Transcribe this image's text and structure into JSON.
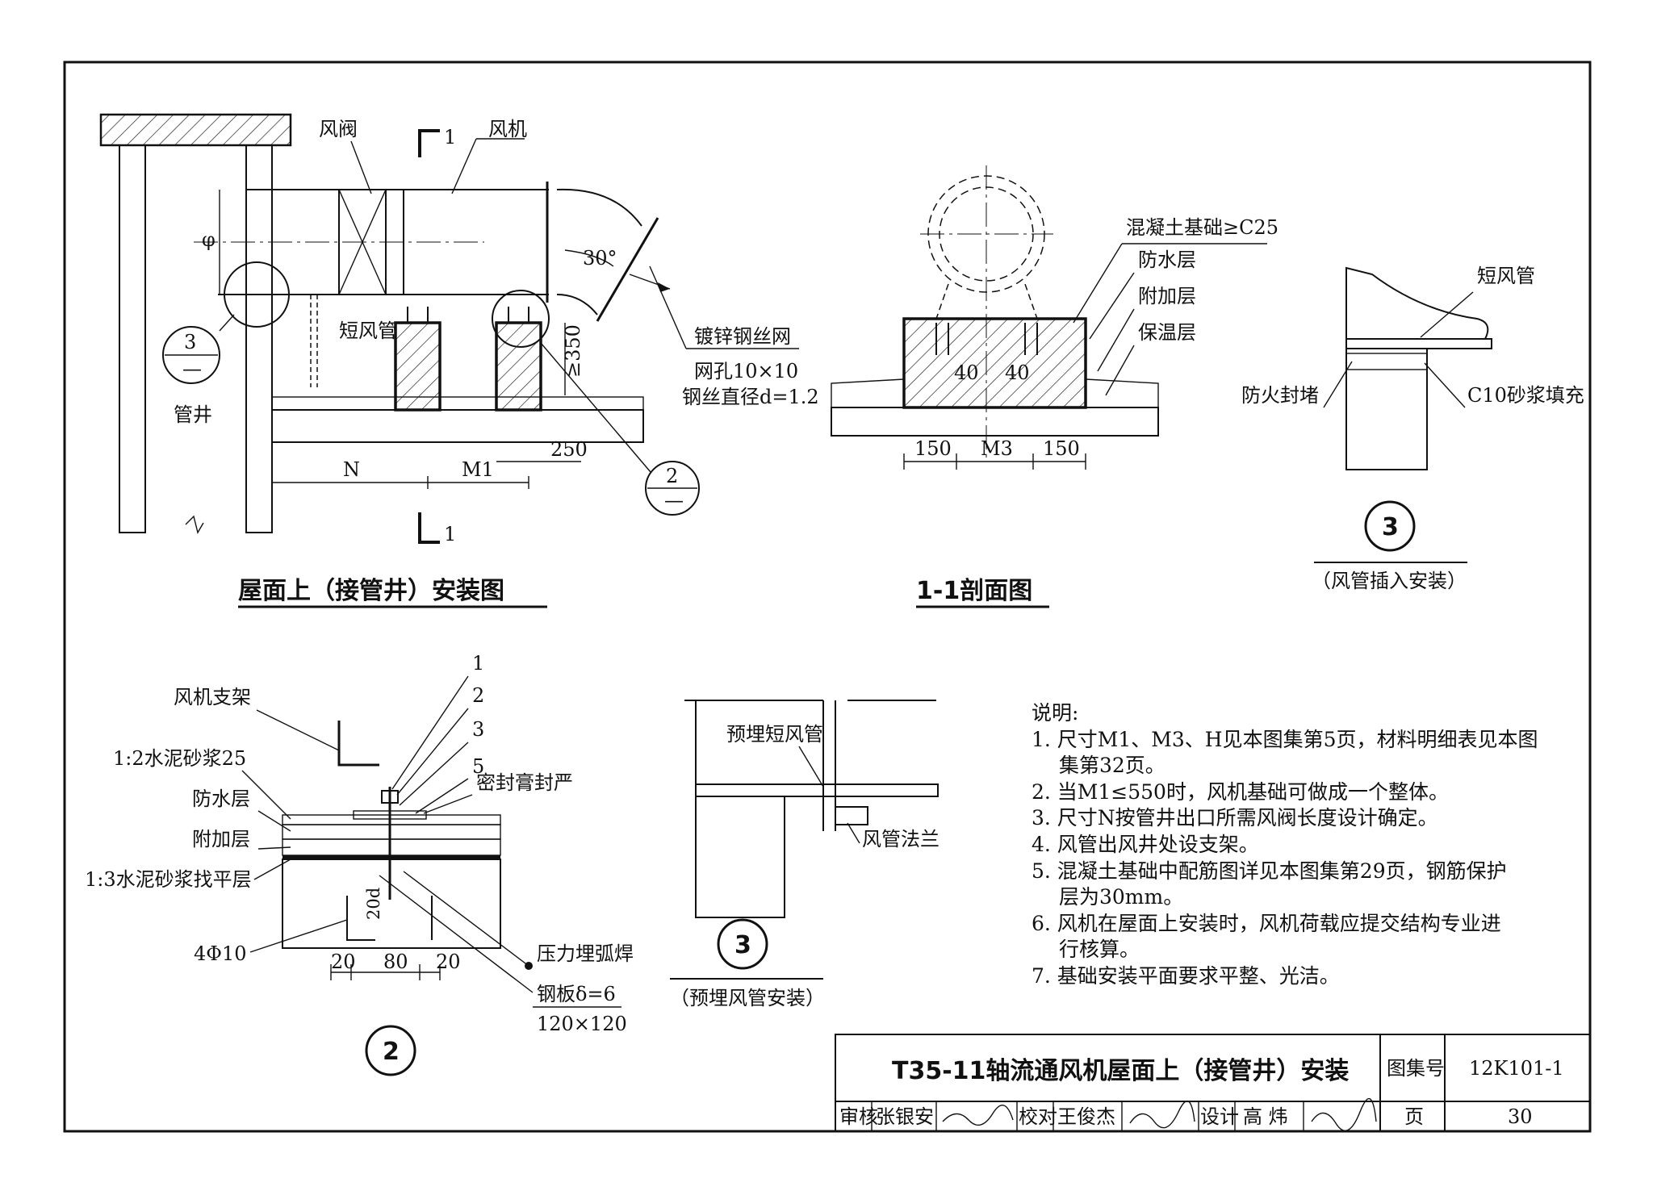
{
  "drawing_a": {
    "title": "屋面上（接管井）安装图",
    "labels": {
      "damper": "风阀",
      "fan": "风机",
      "section_mark_top": "1",
      "section_mark_bottom": "1",
      "short_duct": "短风管",
      "shaft": "管井",
      "mesh": "镀锌钢丝网",
      "mesh_hole": "网孔10×10",
      "mesh_wire": "钢丝直径d=1.2",
      "angle": "30°",
      "diameter": "φ",
      "detail_ref_3": "3",
      "detail_ref_3_sub": "—",
      "detail_ref_2": "2",
      "detail_ref_2_sub": "—"
    },
    "dims": {
      "n": "N",
      "m1": "M1",
      "d250": "250",
      "d350": "≥350"
    }
  },
  "drawing_b": {
    "title": "1-1剖面图",
    "labels": {
      "concrete": "混凝土基础≥C25",
      "waterproof": "防水层",
      "additional": "附加层",
      "insulation": "保温层"
    },
    "dims": {
      "d40a": "40",
      "d40b": "40",
      "d150a": "150",
      "m3": "M3",
      "d150b": "150"
    }
  },
  "drawing_c": {
    "number": "3",
    "caption": "（风管插入安装）",
    "labels": {
      "short_duct": "短风管",
      "fire_seal": "防火封堵",
      "mortar": "C10砂浆填充"
    }
  },
  "drawing_d": {
    "number": "2",
    "labels": {
      "bracket": "风机支架",
      "mortar25": "1:2水泥砂浆25",
      "waterproof": "防水层",
      "additional": "附加层",
      "leveling": "1:3水泥砂浆找平层",
      "rebar": "4Φ10",
      "sealant": "密封膏封严",
      "weld": "压力埋弧焊",
      "plate": "钢板δ=6",
      "plate_size": "120×120",
      "depth": "20d",
      "callout_1": "1",
      "callout_2": "2",
      "callout_3": "3",
      "callout_5": "5"
    },
    "dims": {
      "d20a": "20",
      "d80": "80",
      "d20b": "20"
    }
  },
  "drawing_e": {
    "number": "3",
    "caption": "（预埋风管安装）",
    "labels": {
      "embedded": "预埋短风管",
      "flange": "风管法兰"
    }
  },
  "notes": {
    "heading": "说明:",
    "items": [
      "1. 尺寸M1、M3、H见本图集第5页，材料明细表见本图",
      "集第32页。",
      "2. 当M1≤550时，风机基础可做成一个整体。",
      "3. 尺寸N按管井出口所需风阀长度设计确定。",
      "4. 风管出风井处设支架。",
      "5. 混凝土基础中配筋图详见本图集第29页，钢筋保护",
      "层为30mm。",
      "6. 风机在屋面上安装时，风机荷载应提交结构专业进",
      "行核算。",
      "7. 基础安装平面要求平整、光洁。"
    ]
  },
  "title_block": {
    "title": "T35-11轴流通风机屋面上（接管井）安装",
    "atlas_label": "图集号",
    "atlas_no": "12K101-1",
    "review_label": "审核",
    "reviewer": "张银安",
    "check_label": "校对",
    "checker": "王俊杰",
    "design_label": "设计",
    "designer": "高 炜",
    "page_label": "页",
    "page_no": "30"
  }
}
